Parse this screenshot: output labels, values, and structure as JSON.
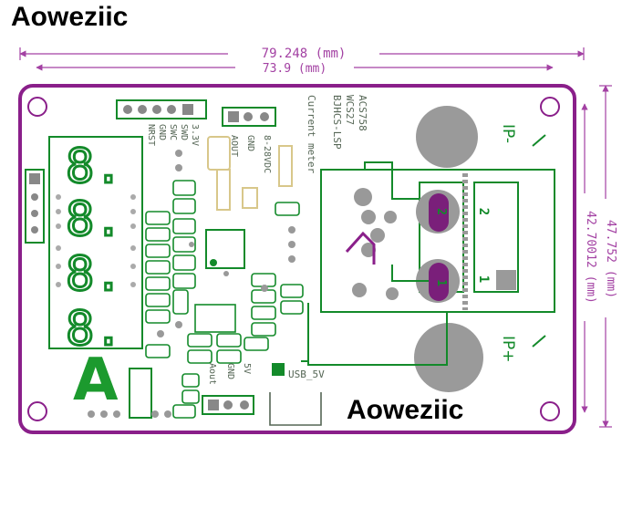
{
  "brand": {
    "top": "Aoweziic",
    "bottom": "Aoweziic"
  },
  "dimensions": {
    "outer_width": "79.248 (mm)",
    "inner_width": "73.9 (mm)",
    "outer_height": "47.752 (mm)",
    "inner_height": "42.70012 (mm)"
  },
  "silkscreen": {
    "chip_list": [
      "ACS758",
      "WCS27",
      "BJHCS-LSP",
      "Current meter"
    ],
    "voltage": "8-28VDC",
    "aout_label": "AOUT",
    "gnd_label": "GND",
    "prog_pins": [
      "NRST",
      "GND",
      "SWC",
      "SWD",
      "3.3V"
    ],
    "ip_minus": "IP-",
    "ip_plus": "IP+",
    "pad_1": "1",
    "pad_2": "2",
    "usb": "USB_5V",
    "aout_bottom": "Aout",
    "gnd_bottom": "GND",
    "v5_bottom": "5V",
    "unit_letter": "A",
    "digit_glyph": "8."
  },
  "colors": {
    "board_outline": "#8a1f8a",
    "dimension": "#a341a3",
    "trace": "#138a2a",
    "silk": "#7a8a7a",
    "copper": "#9a9a9a",
    "yellow": "#d8c78a"
  }
}
